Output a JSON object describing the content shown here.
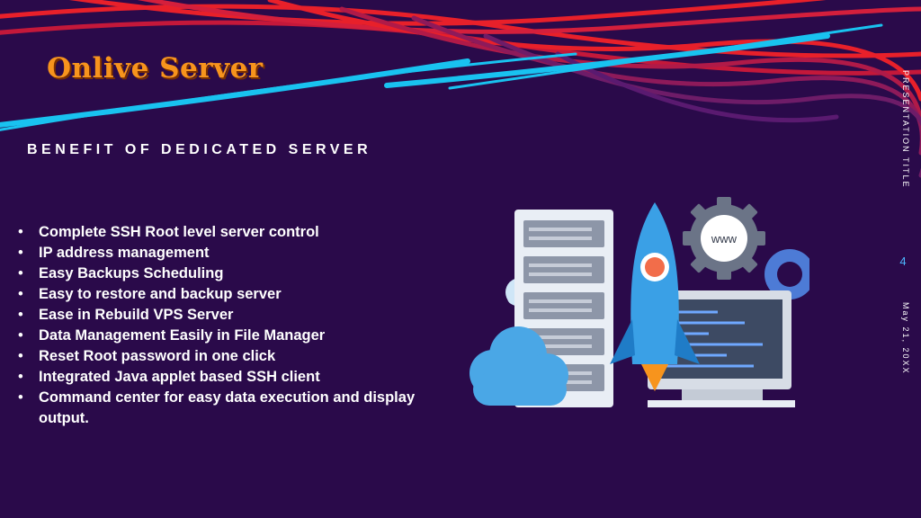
{
  "brand": {
    "name": "Onlive Server"
  },
  "slide": {
    "heading": "BENEFIT OF DEDICATED SERVER",
    "bullets": [
      "Complete SSH Root level server control",
      "IP address management",
      "Easy Backups Scheduling",
      "Easy to restore and backup server",
      "Ease in Rebuild VPS Server",
      "Data Management Easily in File Manager",
      "Reset Root password in one click",
      "Integrated Java applet based SSH client",
      "Command center for easy data execution and display output."
    ]
  },
  "sidebar": {
    "title": "PRESENTATION TITLE",
    "page_number": "4",
    "date": "May 21, 20XX"
  },
  "illustration": {
    "www_label": "www",
    "icons": [
      "server-rack-icon",
      "rocket-icon",
      "cloud-icon",
      "gear-icon",
      "monitor-icon"
    ]
  },
  "colors": {
    "background": "#2a0a4a",
    "accent_red": "#e8202a",
    "accent_cyan": "#19c2f0",
    "brand_orange": "#f7941d",
    "page_number": "#4db8ff"
  }
}
